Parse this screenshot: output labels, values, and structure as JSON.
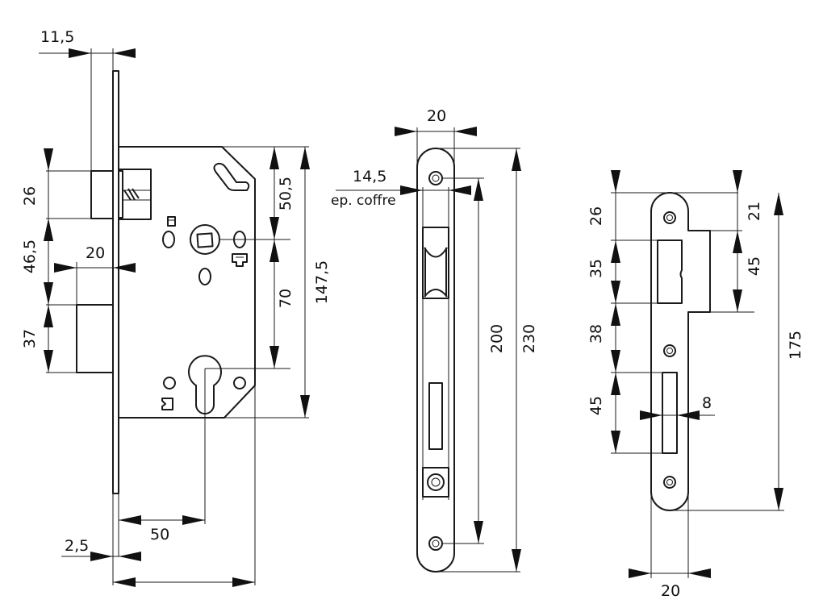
{
  "colors": {
    "line": "#1a1a1a",
    "background": "#ffffff"
  },
  "views": {
    "lock_body": {
      "dimensions": {
        "faceplate_offset": "11,5",
        "latch_height": "26",
        "latch_to_bolt": "46,5",
        "bolt_projection": "20",
        "bolt_height": "37",
        "top_to_spindle": "50,5",
        "spindle_to_cylinder": "70",
        "case_height": "147,5",
        "backset": "50",
        "faceplate_thickness": "2,5"
      }
    },
    "faceplate": {
      "dimensions": {
        "width": "20",
        "case_thickness": "14,5",
        "case_thickness_note": "ep. coffre",
        "screw_spacing": "200",
        "length": "230"
      }
    },
    "strike_plate": {
      "dimensions": {
        "top_to_latch": "26",
        "latch_opening": "35",
        "opening_gap": "38",
        "bolt_opening": "45",
        "top_to_lip": "21",
        "lip_height": "45",
        "length": "175",
        "bolt_opening_width": "8",
        "width": "20"
      }
    }
  }
}
